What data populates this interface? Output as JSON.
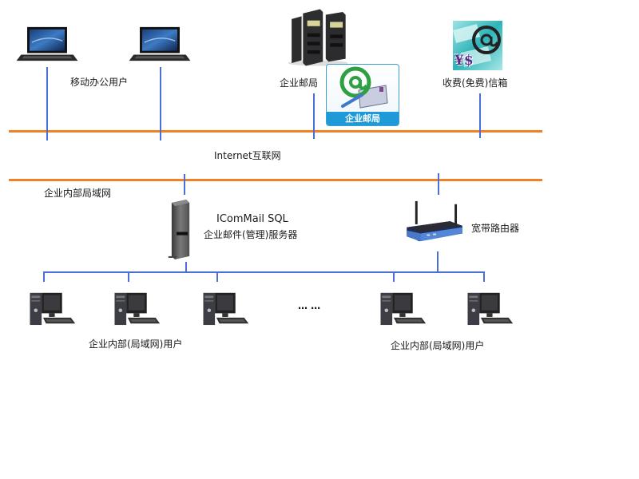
{
  "diagram": {
    "title": "企业邮件网络拓扑",
    "colors": {
      "backbone": "#ef8226",
      "link": "#4a6fd8",
      "badge": "#1e9ad8"
    },
    "networks": {
      "internet": "Internet互联网",
      "lan": "企业内部局域网"
    },
    "nodes": {
      "mobile_users": {
        "label": "移动办公用户",
        "icon": "laptop-icon",
        "count": 2
      },
      "enterprise_post": {
        "label": "企业邮局",
        "icon": "server-rack-icon"
      },
      "enterprise_post_badge": {
        "label": "企业邮局",
        "icon": "email-at-icon"
      },
      "paid_mailbox": {
        "label": "收费(免费)信箱",
        "icon": "paid-email-icon",
        "badge_text": "¥$"
      },
      "mail_server": {
        "line1": "IComMail SQL",
        "line2": "企业邮件(管理)服务器",
        "icon": "tower-server-icon"
      },
      "router": {
        "label": "宽带路由器",
        "icon": "router-icon"
      },
      "lan_users_left": {
        "label": "企业内部(局域网)用户",
        "icon": "desktop-pc-icon",
        "count": 3
      },
      "lan_users_right": {
        "label": "企业内部(局域网)用户",
        "icon": "desktop-pc-icon",
        "count": 2
      },
      "ellipsis": "… …"
    }
  }
}
